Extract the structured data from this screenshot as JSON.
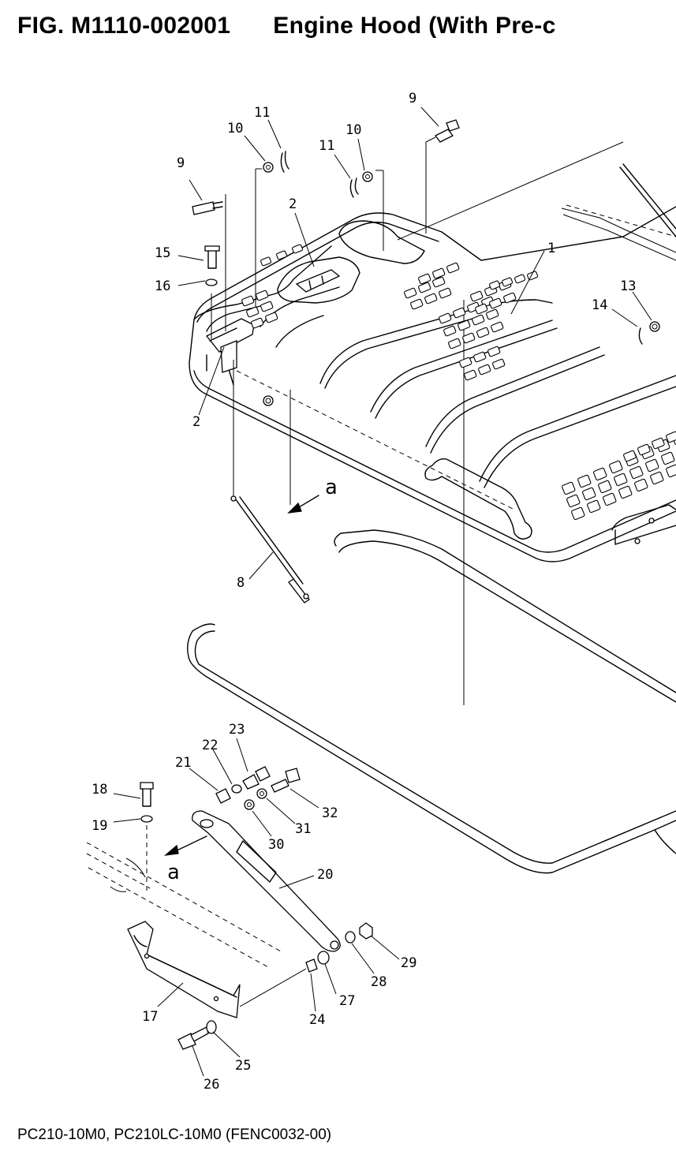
{
  "header": {
    "figure_number": "FIG. M1110-002001",
    "figure_title": "Engine Hood (With Pre-c"
  },
  "footer": {
    "models": "PC210-10M0, PC210LC-10M0 (FENC0032-00)"
  },
  "view_marker": "a",
  "callouts": [
    "1",
    "2",
    "2",
    "8",
    "9",
    "9",
    "10",
    "10",
    "11",
    "11",
    "13",
    "14",
    "15",
    "16",
    "17",
    "18",
    "19",
    "20",
    "21",
    "22",
    "23",
    "24",
    "25",
    "26",
    "27",
    "28",
    "29",
    "30",
    "31",
    "32"
  ]
}
